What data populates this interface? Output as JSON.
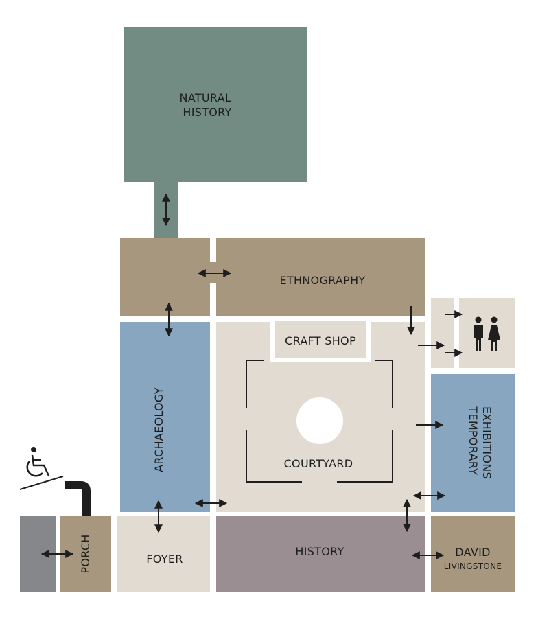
{
  "map": {
    "colors": {
      "natural_history": "#728c84",
      "brown": "#a7977f",
      "blue": "#88a6bf",
      "beige": "#e1dbd1",
      "history": "#9a8e93",
      "grey": "#86878b",
      "ink": "#1e1e1e"
    },
    "rooms": {
      "natural_history": [
        "NATURAL",
        "HISTORY"
      ],
      "ethnography": "ETHNOGRAPHY",
      "craft_shop": "CRAFT SHOP",
      "archaeology": "ARCHAEOLOGY",
      "courtyard": "COURTYARD",
      "temporary_exhibitions": [
        "TEMPORARY",
        "EXHIBITIONS"
      ],
      "porch": "PORCH",
      "foyer": "FOYER",
      "history": "HISTORY",
      "david_livingstone": [
        "DAVID",
        "LIVINGSTONE"
      ]
    },
    "icons": {
      "toilets": "toilets-icon",
      "accessibility": "wheelchair-access-icon"
    }
  }
}
